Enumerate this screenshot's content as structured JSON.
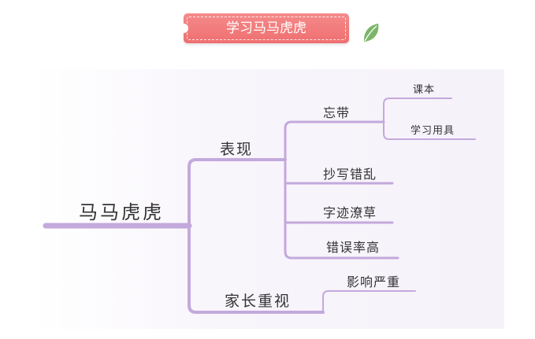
{
  "banner": {
    "title": "学习马马虎虎"
  },
  "mindmap": {
    "root": "马马虎虎",
    "branches": [
      {
        "label": "表现",
        "children": [
          {
            "label": "忘带",
            "children": [
              "课本",
              "学习用具"
            ]
          },
          {
            "label": "抄写错乱"
          },
          {
            "label": "字迹潦草"
          },
          {
            "label": "错误率高"
          }
        ]
      },
      {
        "label": "家长重视",
        "children": [
          {
            "label": "影响严重"
          }
        ]
      }
    ]
  },
  "colors": {
    "branch_line": "#c3a9dc",
    "banner_fill": "#ef7a7b",
    "leaf": "#7cb568"
  }
}
